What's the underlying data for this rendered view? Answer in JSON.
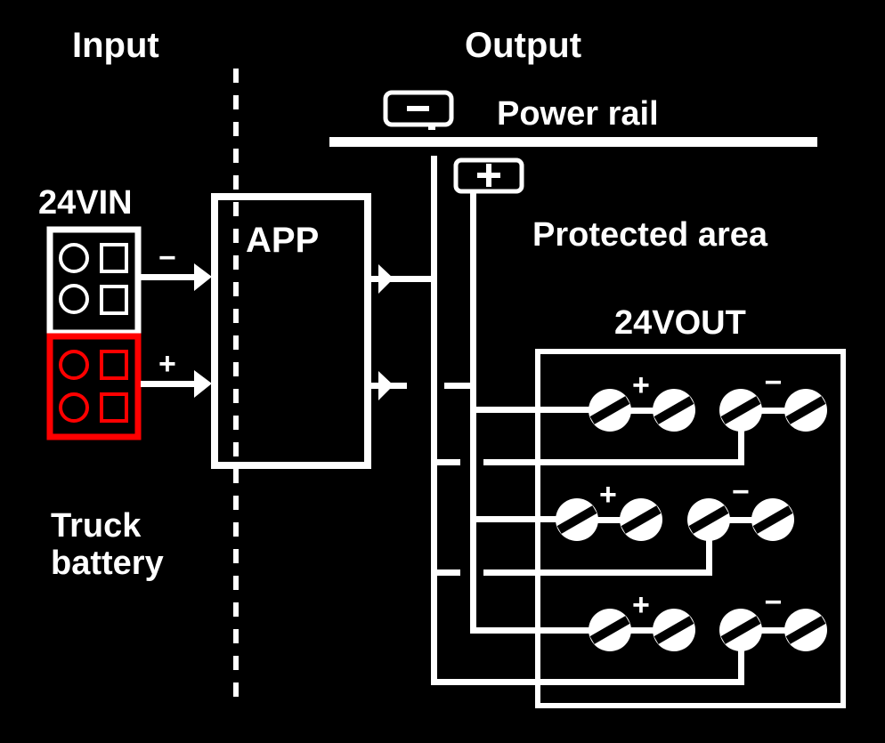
{
  "colors": {
    "background": "#000000",
    "foreground": "#ffffff",
    "battery_positive": "#ff0000"
  },
  "labels": {
    "input": "Input",
    "output": "Output",
    "power_rail": "Power rail",
    "protected_area": "Protected area",
    "input_connector": "24VIN",
    "output_block": "24VOUT",
    "app": "APP",
    "truck_battery_line1": "Truck",
    "truck_battery_line2": "battery"
  },
  "symbols": {
    "minus": "−",
    "plus": "+"
  },
  "input_connector": {
    "negative_pins": 2,
    "positive_pins": 2,
    "negative_label": "−",
    "positive_label": "+"
  },
  "rail_tags": {
    "negative": "−",
    "positive": "+"
  },
  "outputs": [
    {
      "positive_label": "+",
      "negative_label": "−"
    },
    {
      "positive_label": "+",
      "negative_label": "−"
    },
    {
      "positive_label": "+",
      "negative_label": "−"
    }
  ]
}
